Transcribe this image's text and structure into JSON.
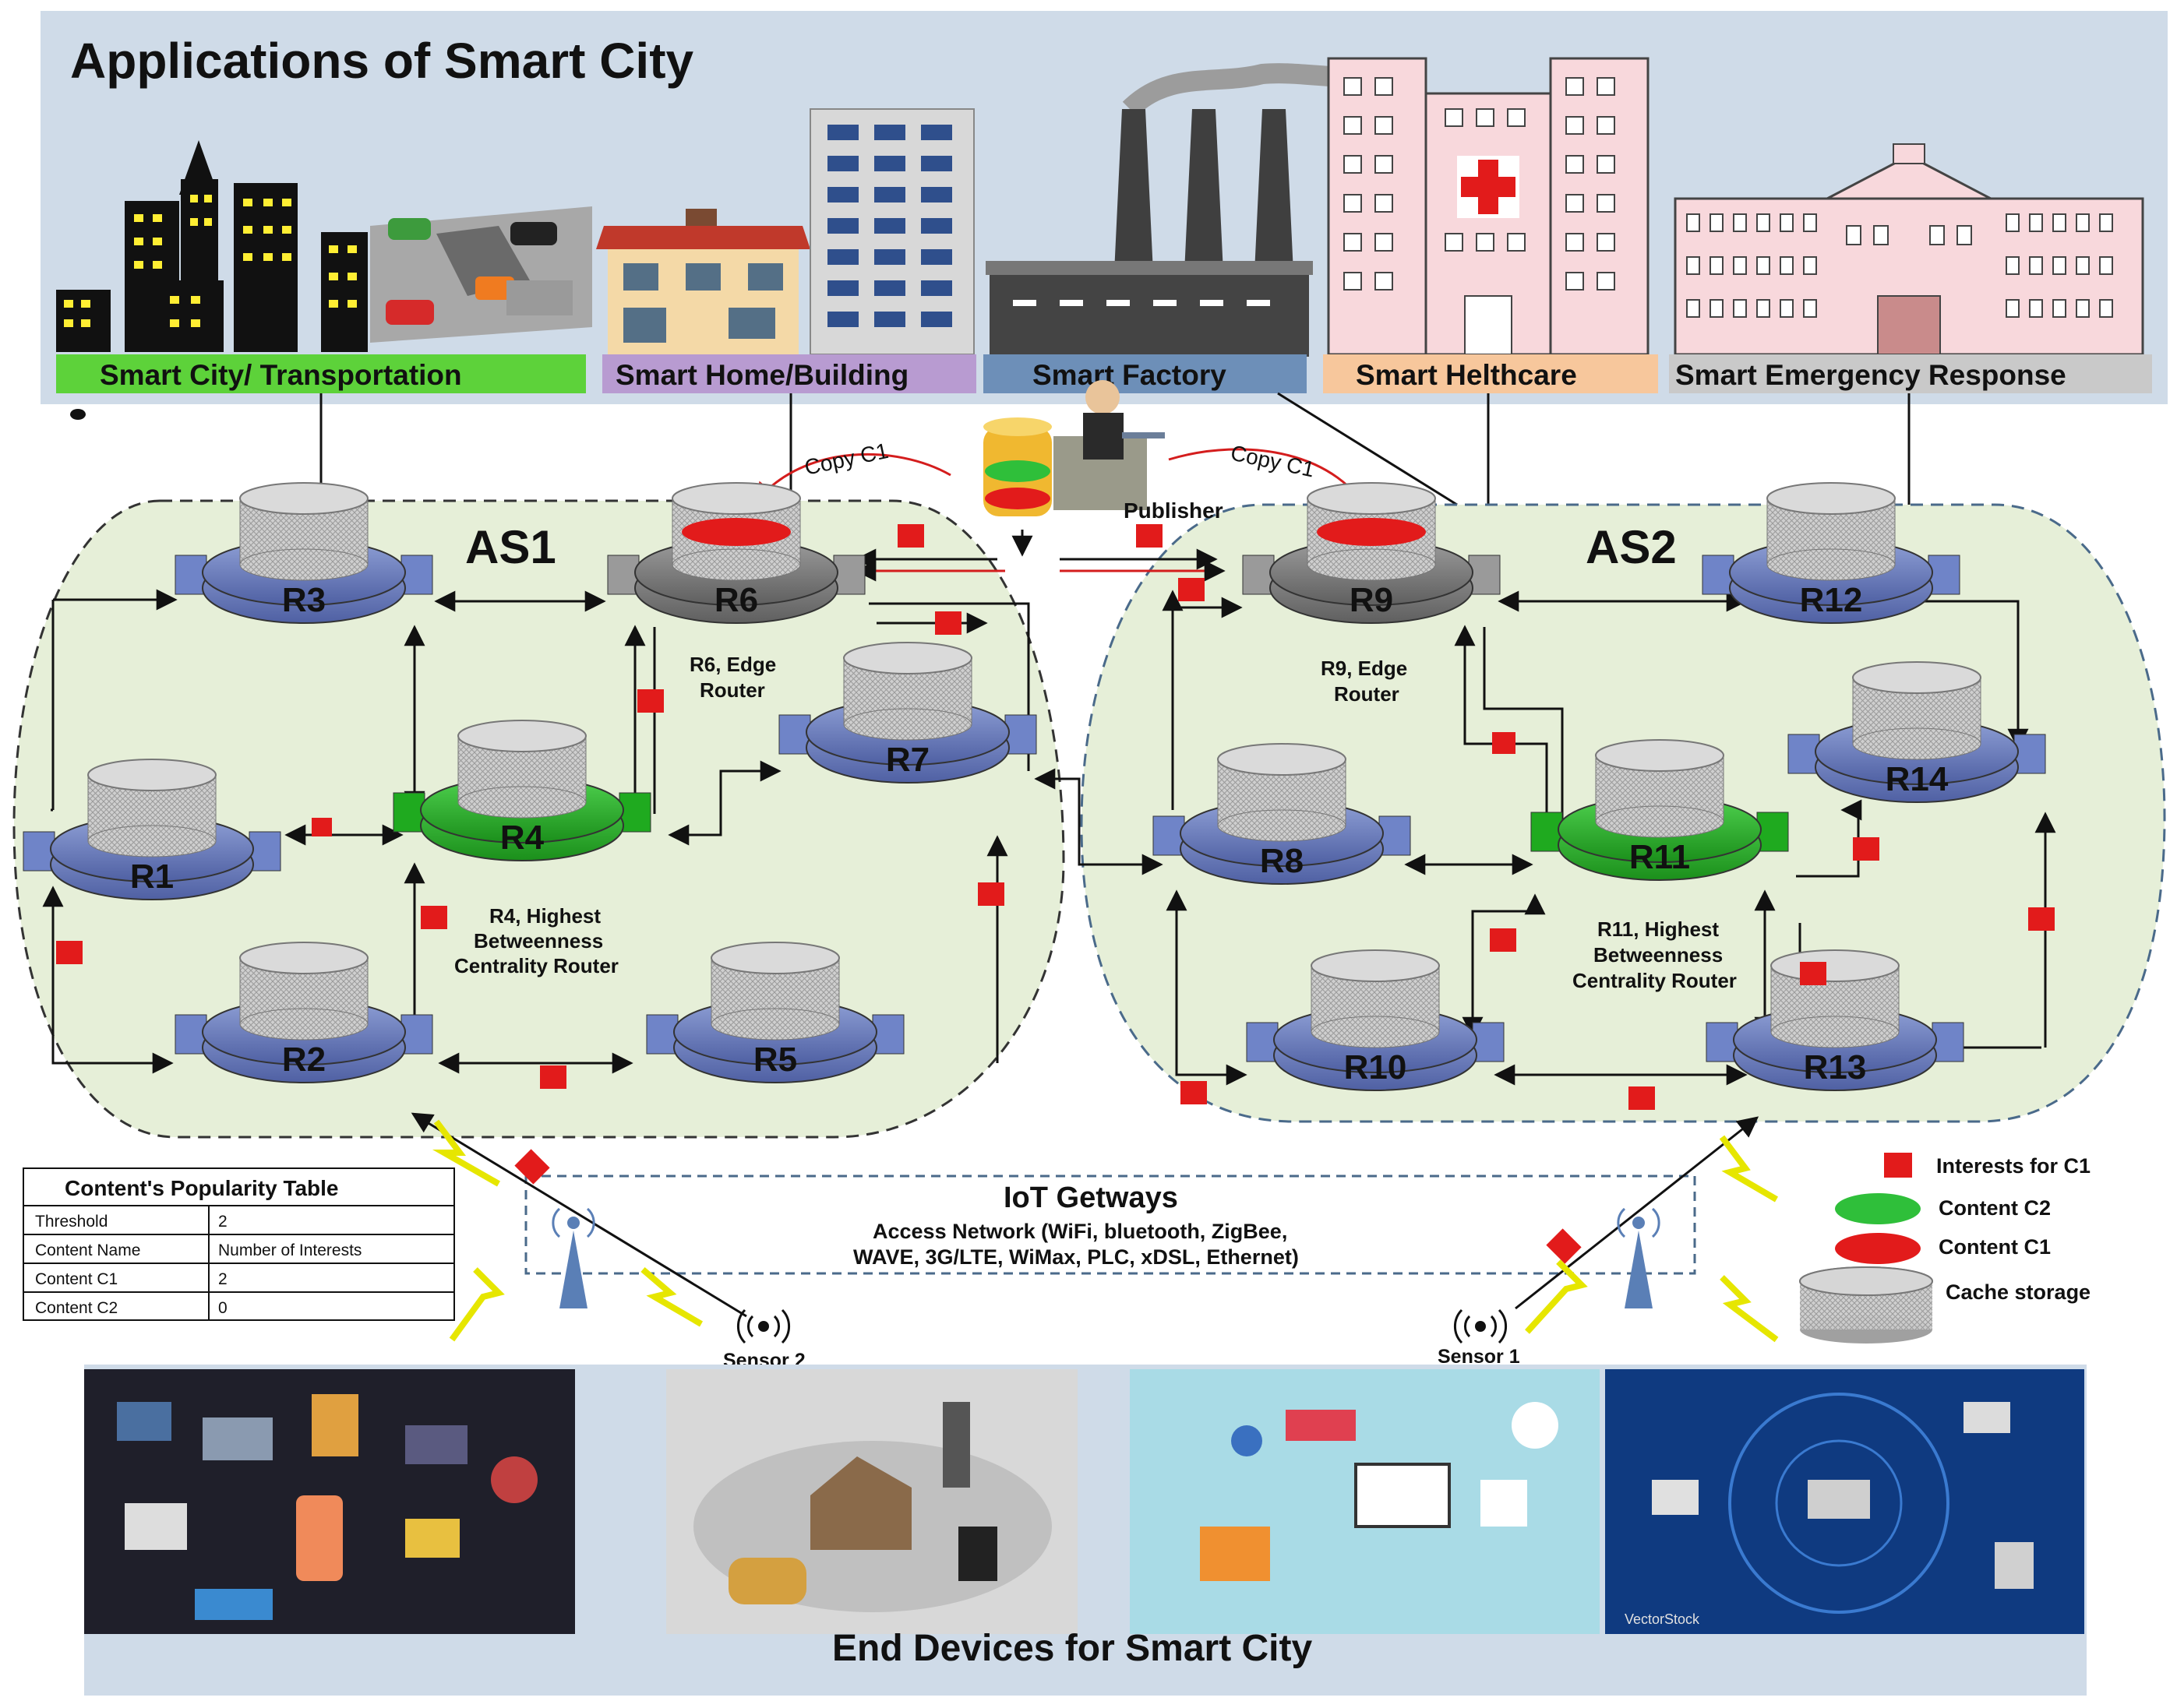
{
  "title": "Applications of Smart City",
  "applications": [
    {
      "label": "Smart City/ Transportation",
      "color": "#5dd23a"
    },
    {
      "label": "Smart Home/Building",
      "color": "#b89bd1"
    },
    {
      "label": "Smart Factory",
      "color": "#6d8fb8"
    },
    {
      "label": "Smart Helthcare",
      "color": "#f7c79c"
    },
    {
      "label": "Smart Emergency Response",
      "color": "#c9c9c9"
    }
  ],
  "publisher": {
    "label": "Publisher",
    "copy_left": "Copy C1",
    "copy_right": "Copy C1"
  },
  "as1": {
    "label": "AS1",
    "r6_note_1": "R6, Edge",
    "r6_note_2": "Router",
    "r4_note_1": "R4, Highest",
    "r4_note_2": "Betweenness",
    "r4_note_3": "Centrality Router"
  },
  "as2": {
    "label": "AS2",
    "r9_note_1": "R9, Edge",
    "r9_note_2": "Router",
    "r11_note_1": "R11, Highest",
    "r11_note_2": "Betweenness",
    "r11_note_3": "Centrality Router"
  },
  "routers": [
    "R1",
    "R2",
    "R3",
    "R4",
    "R5",
    "R6",
    "R7",
    "R8",
    "R9",
    "R10",
    "R11",
    "R12",
    "R13",
    "R14"
  ],
  "popularity_table": {
    "title": "Content's Popularity Table",
    "rows": [
      [
        "Threshold",
        "2"
      ],
      [
        "Content Name",
        "Number of Interests"
      ],
      [
        "Content C1",
        "2"
      ],
      [
        "Content C2",
        "0"
      ]
    ]
  },
  "iot": {
    "title": "IoT Getways",
    "line1": "Access Network (WiFi, bluetooth, ZigBee,",
    "line2": "WAVE, 3G/LTE, WiMax, PLC, xDSL, Ethernet)"
  },
  "sensors": {
    "sensor2": "Sensor 2",
    "sensor1": "Sensor 1"
  },
  "legend": [
    {
      "label": "Interests for C1",
      "icon": "red-square",
      "color": "#e21b1b"
    },
    {
      "label": "Content C2",
      "icon": "green-disc",
      "color": "#2fbf3a"
    },
    {
      "label": "Content C1",
      "icon": "red-disc",
      "color": "#e21b1b"
    },
    {
      "label": "Cache storage",
      "icon": "cache-cylinder",
      "color": "#bdbdbd"
    }
  ],
  "footer": "End Devices for Smart City",
  "vectorstock": "VectorStock"
}
